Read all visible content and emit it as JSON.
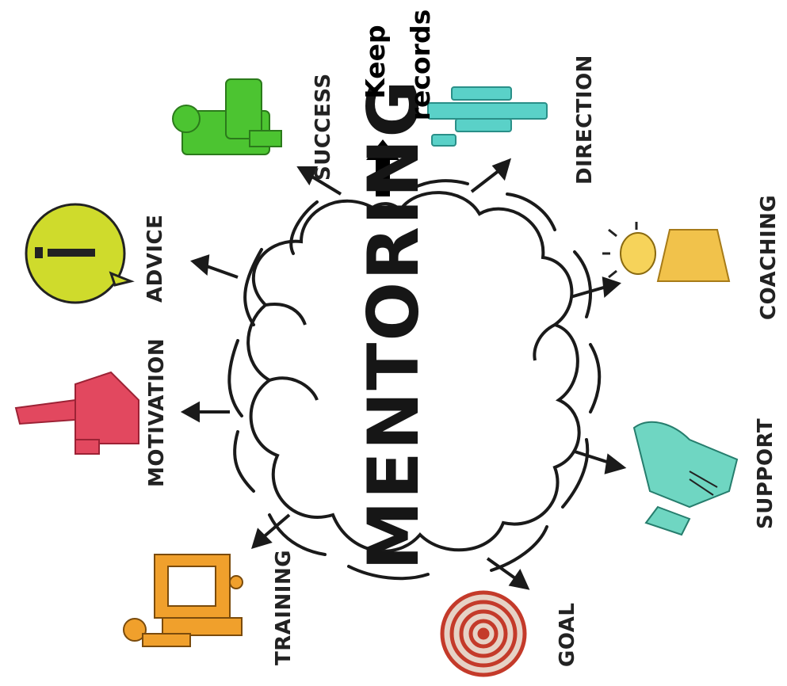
{
  "title": "MENTORING",
  "note": {
    "line1": "Keep",
    "line2": "records"
  },
  "labels": {
    "success": "SUCCESS",
    "direction": "DIRECTION",
    "advice": "ADVICE",
    "coaching": "COACHING",
    "motivation": "MOTIVATION",
    "support": "SUPPORT",
    "training": "TRAINING",
    "goal": "GOAL"
  },
  "colors": {
    "success": "#4cc431",
    "direction": "#5ad1c8",
    "advice": "#cfdb2c",
    "coaching": "#f1c24b",
    "motivation": "#e2485f",
    "support": "#6fd6c2",
    "training": "#f0a02c",
    "goal": "#c43a2a",
    "ink": "#1a1a1a"
  }
}
